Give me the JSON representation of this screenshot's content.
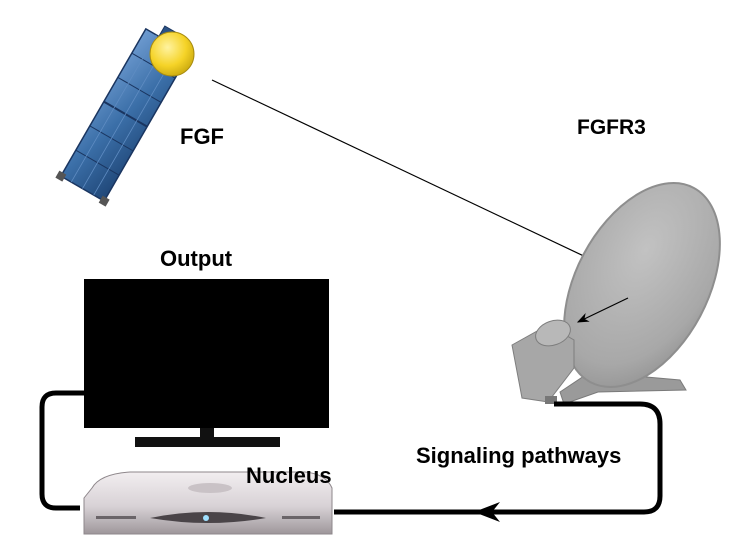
{
  "labels": {
    "ligand": "FGF",
    "receptor": "FGFR3",
    "output": "Output",
    "nucleus": "Nucleus",
    "signaling": "Signaling pathways"
  },
  "icons": {
    "ligand": "satellite-icon",
    "receptor": "satellite-dish-icon",
    "output": "television-icon",
    "nucleus": "set-top-box-icon"
  },
  "colors": {
    "sun_ball": "#F5D327",
    "satellite_panel": "#3B6FA8",
    "dish": "#A8A8A8",
    "screen": "#000000",
    "cable": "#000000"
  }
}
